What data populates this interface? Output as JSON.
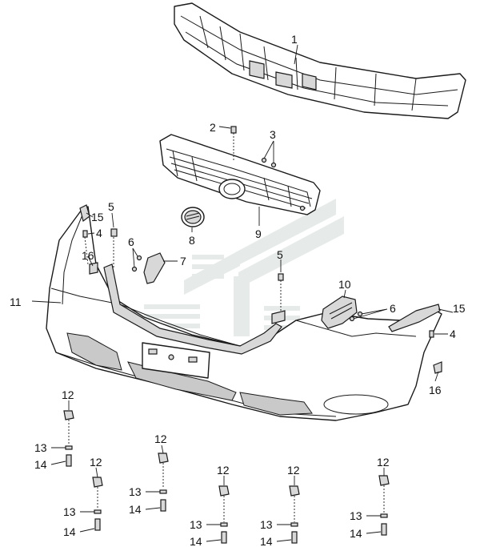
{
  "callouts": [
    {
      "id": "c1",
      "label": "1"
    },
    {
      "id": "c2",
      "label": "2"
    },
    {
      "id": "c3",
      "label": "3"
    },
    {
      "id": "c4a",
      "label": "4"
    },
    {
      "id": "c4b",
      "label": "4"
    },
    {
      "id": "c5a",
      "label": "5"
    },
    {
      "id": "c5b",
      "label": "5"
    },
    {
      "id": "c6a",
      "label": "6"
    },
    {
      "id": "c6b",
      "label": "6"
    },
    {
      "id": "c7",
      "label": "7"
    },
    {
      "id": "c8",
      "label": "8"
    },
    {
      "id": "c9",
      "label": "9"
    },
    {
      "id": "c10",
      "label": "10"
    },
    {
      "id": "c11",
      "label": "11"
    },
    {
      "id": "c12a",
      "label": "12"
    },
    {
      "id": "c12b",
      "label": "12"
    },
    {
      "id": "c12c",
      "label": "12"
    },
    {
      "id": "c12d",
      "label": "12"
    },
    {
      "id": "c12e",
      "label": "12"
    },
    {
      "id": "c12f",
      "label": "12"
    },
    {
      "id": "c13a",
      "label": "13"
    },
    {
      "id": "c13b",
      "label": "13"
    },
    {
      "id": "c13c",
      "label": "13"
    },
    {
      "id": "c13d",
      "label": "13"
    },
    {
      "id": "c13e",
      "label": "13"
    },
    {
      "id": "c13f",
      "label": "13"
    },
    {
      "id": "c14a",
      "label": "14"
    },
    {
      "id": "c14b",
      "label": "14"
    },
    {
      "id": "c14c",
      "label": "14"
    },
    {
      "id": "c14d",
      "label": "14"
    },
    {
      "id": "c14e",
      "label": "14"
    },
    {
      "id": "c14f",
      "label": "14"
    },
    {
      "id": "c15a",
      "label": "15"
    },
    {
      "id": "c15b",
      "label": "15"
    },
    {
      "id": "c16a",
      "label": "16"
    },
    {
      "id": "c16b",
      "label": "16"
    }
  ],
  "colors": {
    "line": "#1a1a1a",
    "background": "#ffffff",
    "watermark": "#e6ebe9"
  }
}
